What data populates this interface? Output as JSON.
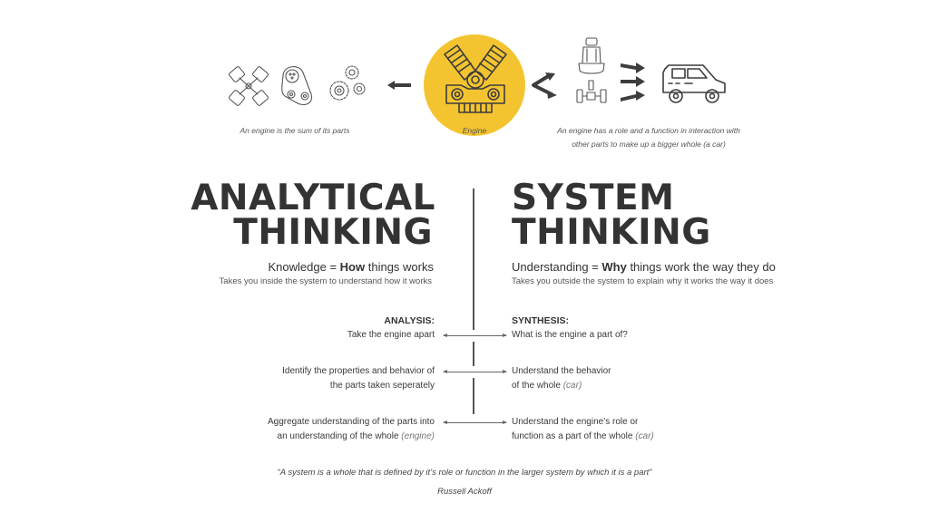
{
  "top": {
    "parts_caption": "An engine is the sum of its parts",
    "engine_label": "Engine",
    "whole_caption_line1": "An engine has a role and a function in interaction with",
    "whole_caption_line2": "other parts to make up a bigger whole (a car)",
    "accent_color": "#F4C430",
    "icons": [
      "pistons-icon",
      "timing-belt-icon",
      "gears-icon",
      "arrow-left-icon",
      "engine-icon",
      "zigzag-arrows-icon",
      "car-seat-icon",
      "axle-icon",
      "arrow-right-icon",
      "car-icon"
    ]
  },
  "left": {
    "title_line1": "ANALYTICAL",
    "title_line2": "THINKING",
    "lead_prefix": "Knowledge = ",
    "lead_bold": "How",
    "lead_suffix": " things works",
    "sub": "Takes you inside the system to understand how it works",
    "section_head": "ANALYSIS:",
    "rows": [
      {
        "line1": "Take the engine apart",
        "line2": "",
        "italic": ""
      },
      {
        "line1": "Identify the properties and behavior of",
        "line2": "the parts taken seperately",
        "italic": ""
      },
      {
        "line1": "Aggregate understanding of the parts into",
        "line2": "an understanding of the whole ",
        "italic": "(engine)"
      }
    ]
  },
  "right": {
    "title_line1": "SYSTEM",
    "title_line2": "THINKING",
    "lead_prefix": "Understanding = ",
    "lead_bold": "Why",
    "lead_suffix": " things work the way they do",
    "sub": "Takes you outside the system to explain why it works the way it does",
    "section_head": "SYNTHESIS:",
    "rows": [
      {
        "line1": "What is the engine a part of?",
        "line2": "",
        "italic": ""
      },
      {
        "line1": "Understand the behavior",
        "line2": "of the whole ",
        "italic": "(car)"
      },
      {
        "line1": "Understand the engine’s role or",
        "line2": "function as a part of the whole ",
        "italic": "(car)"
      }
    ]
  },
  "quote": {
    "text": "“A system is a whole that is defined by it’s role or function in the larger system by which it is a part”",
    "author": "Russell Ackoff"
  }
}
